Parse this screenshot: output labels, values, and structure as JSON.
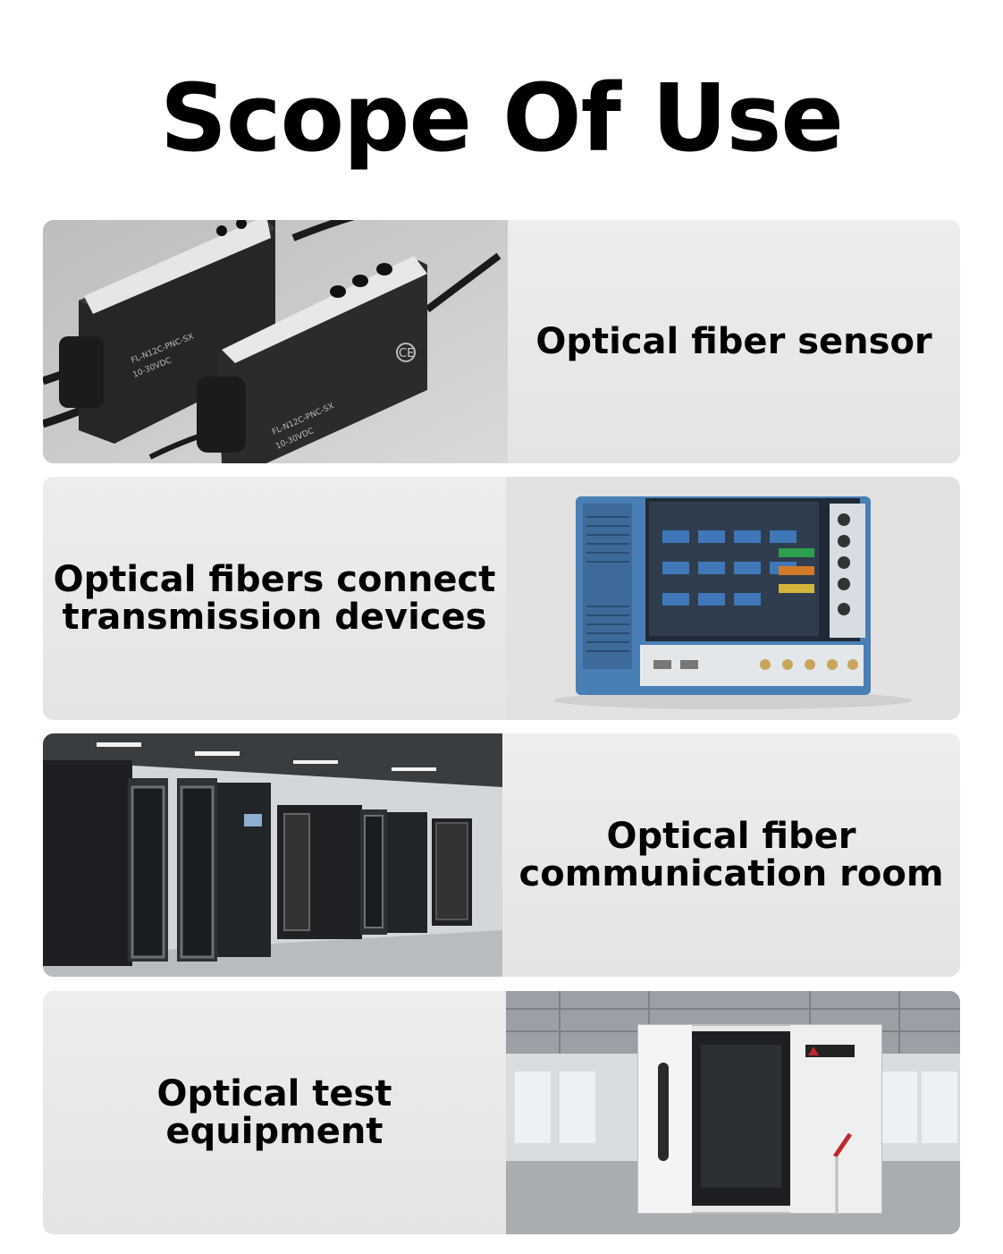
{
  "page": {
    "title": "Scope Of Use"
  },
  "cards": [
    {
      "label": "Optical fiber sensor",
      "image": "fiber-sensor-amplifier-image",
      "device_text": [
        "FL-N12C-PNC-SX",
        "10-30VDC"
      ]
    },
    {
      "label_line1": "Optical fibers connect",
      "label_line2": "transmission devices",
      "image": "oscilloscope-image"
    },
    {
      "label_line1": "Optical fiber",
      "label_line2": "communication room",
      "image": "server-room-image"
    },
    {
      "label": "Optical test equipment",
      "image": "test-equipment-image"
    }
  ],
  "colors": {
    "background": "#ffffff",
    "card": "#e7e7e7",
    "text": "#000000",
    "accent_blue": "#4a7fb5",
    "accent_red": "#c0282d"
  }
}
